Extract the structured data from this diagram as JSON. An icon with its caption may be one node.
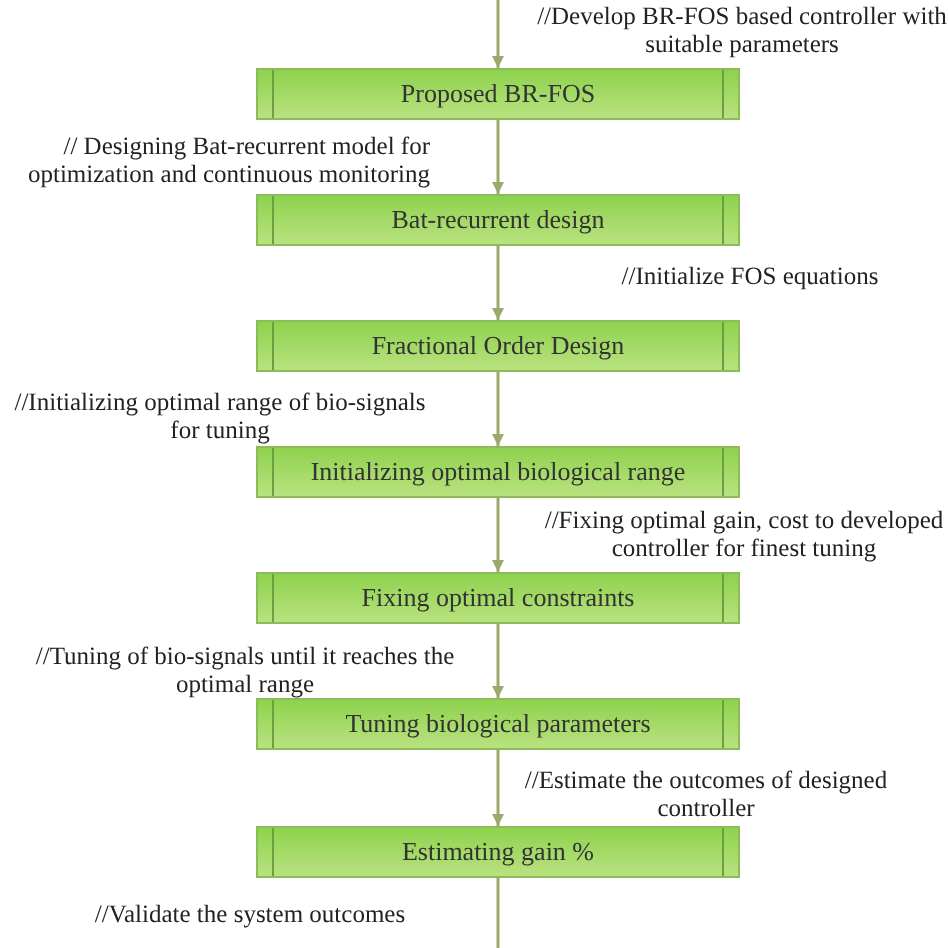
{
  "diagram": {
    "nodes": [
      {
        "text": [
          "Proposed BR-FOS"
        ]
      },
      {
        "text": [
          "Bat-recurrent design"
        ]
      },
      {
        "text": [
          "Fractional Order Design"
        ]
      },
      {
        "text": [
          "Initializing optimal biological range"
        ]
      },
      {
        "text": [
          "Fixing optimal constraints"
        ]
      },
      {
        "text": [
          "Tuning biological parameters"
        ]
      },
      {
        "text": [
          "Estimating gain %"
        ]
      }
    ],
    "edges": [
      {
        "from": null,
        "to": 0,
        "arrow": "to",
        "label": "//Develop BR-FOS based controller with suitable parameters"
      },
      {
        "from": 0,
        "to": 1,
        "arrow": "to",
        "label": "// Designing Bat-recurrent model for optimization and continuous monitoring"
      },
      {
        "from": 1,
        "to": 2,
        "arrow": "to",
        "label": "//Initialize FOS equations"
      },
      {
        "from": 2,
        "to": 3,
        "arrow": "to",
        "label": "//Initializing optimal range of bio-signals for tuning"
      },
      {
        "from": 3,
        "to": 4,
        "arrow": "to",
        "label": "//Fixing optimal gain, cost to developed controller for finest tuning"
      },
      {
        "from": 4,
        "to": 5,
        "arrow": "to",
        "label": "//Tuning of bio-signals until it reaches the optimal range"
      },
      {
        "from": 5,
        "to": 6,
        "arrow": "to",
        "label": "//Estimate the outcomes of designed controller"
      },
      {
        "from": 6,
        "to": null,
        "arrow": "none",
        "label": "//Validate the system outcomes"
      }
    ]
  }
}
